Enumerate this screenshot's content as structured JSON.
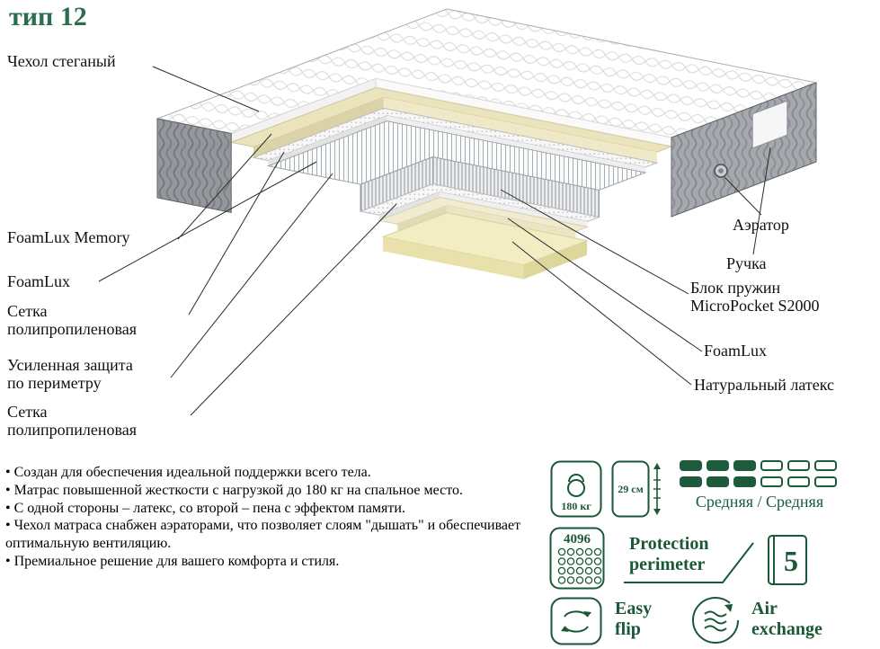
{
  "title": "тип 12",
  "callouts_left": [
    {
      "label": "Чехол стеганый"
    },
    {
      "label": "FoamLux Memory"
    },
    {
      "label": "FoamLux"
    },
    {
      "label": "Сетка\nполипропиленовая"
    },
    {
      "label": "Усиленная защита\nпо периметру"
    },
    {
      "label": "Сетка\nполипропиленовая"
    }
  ],
  "callouts_right": [
    {
      "label": "Аэратор"
    },
    {
      "label": "Ручка"
    },
    {
      "label": "Блок пружин\nMicroPocket S2000"
    },
    {
      "label": "FoamLux"
    },
    {
      "label": "Натуральный латекс"
    }
  ],
  "features": [
    "Создан для обеспечения идеальной поддержки всего тела.",
    "Матрас повышенной жесткости с нагрузкой до 180 кг на спальное место.",
    "С одной стороны – латекс, со второй – пена с эффектом памяти.",
    "Чехол матраса снабжен аэраторами, что позволяет слоям \"дышать\" и обеспечивает оптимальную вентиляцию.",
    "Премиальное решение для вашего комфорта и стиля."
  ],
  "specs": {
    "weight": "180 кг",
    "height": "29 см",
    "firmness": "Средняя / Средняя",
    "springs_count": "4096",
    "protection": "Protection\nperimeter",
    "warranty_years": "5",
    "easy_flip": "Easy\nflip",
    "air_exchange": "Air\nexchange"
  }
}
